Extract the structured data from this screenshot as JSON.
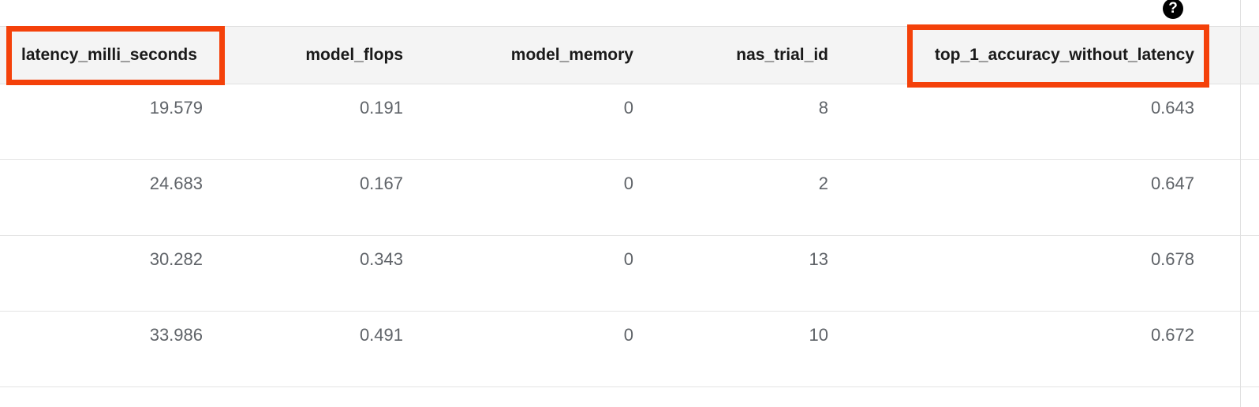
{
  "window": {
    "background_color": "#ffffff",
    "help_icon": "help-circle-icon",
    "help_glyph": "?"
  },
  "annotation": {
    "color": "#f4410a",
    "count": 2,
    "targets": [
      "latency_milli_seconds",
      "top_1_accuracy_without_latency"
    ]
  },
  "table": {
    "header_background": "#f4f4f4",
    "text_color": "#5f6368",
    "header_text_color": "#1a1a1a",
    "divider_color": "#e3e3e3",
    "columns": [
      {
        "key": "latency_milli_seconds",
        "label": "latency_milli_seconds",
        "align": "left",
        "highlighted": true
      },
      {
        "key": "model_flops",
        "label": "model_flops",
        "align": "right",
        "highlighted": false
      },
      {
        "key": "model_memory",
        "label": "model_memory",
        "align": "right",
        "highlighted": false
      },
      {
        "key": "nas_trial_id",
        "label": "nas_trial_id",
        "align": "right",
        "highlighted": false
      },
      {
        "key": "top_1_accuracy_without_latency",
        "label": "top_1_accuracy_without_latency",
        "align": "right",
        "highlighted": true
      }
    ],
    "rows": [
      {
        "latency_milli_seconds": "19.579",
        "model_flops": "0.191",
        "model_memory": "0",
        "nas_trial_id": "8",
        "top_1_accuracy_without_latency": "0.643"
      },
      {
        "latency_milli_seconds": "24.683",
        "model_flops": "0.167",
        "model_memory": "0",
        "nas_trial_id": "2",
        "top_1_accuracy_without_latency": "0.647"
      },
      {
        "latency_milli_seconds": "30.282",
        "model_flops": "0.343",
        "model_memory": "0",
        "nas_trial_id": "13",
        "top_1_accuracy_without_latency": "0.678"
      },
      {
        "latency_milli_seconds": "33.986",
        "model_flops": "0.491",
        "model_memory": "0",
        "nas_trial_id": "10",
        "top_1_accuracy_without_latency": "0.672"
      }
    ]
  }
}
